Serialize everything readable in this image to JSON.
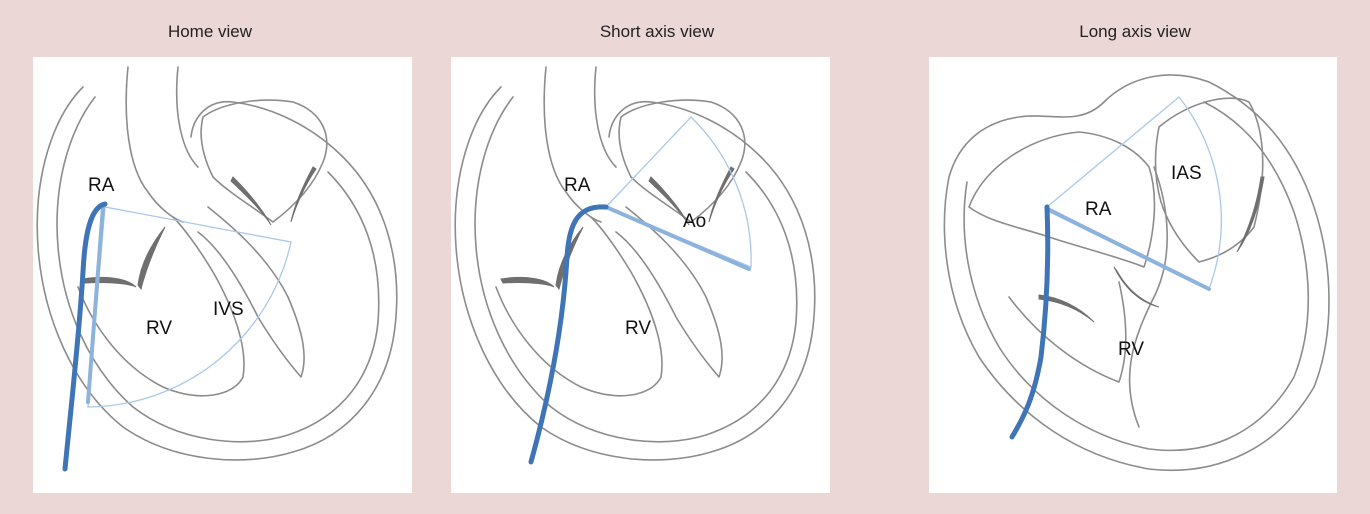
{
  "panels": [
    {
      "title": "Home view",
      "labels": {
        "ra": "RA",
        "rv": "RV",
        "ivs": "IVS"
      }
    },
    {
      "title": "Short axis view",
      "labels": {
        "ra": "RA",
        "rv": "RV",
        "ao": "Ao"
      }
    },
    {
      "title": "Long axis view",
      "labels": {
        "ra": "RA",
        "rv": "RV",
        "ias": "IAS"
      }
    }
  ],
  "colors": {
    "background": "#ead7d6",
    "catheter": "#3f74b6",
    "beam": "#8db2dc",
    "sector": "#a9c8e8",
    "outline": "#8c8c8c"
  }
}
